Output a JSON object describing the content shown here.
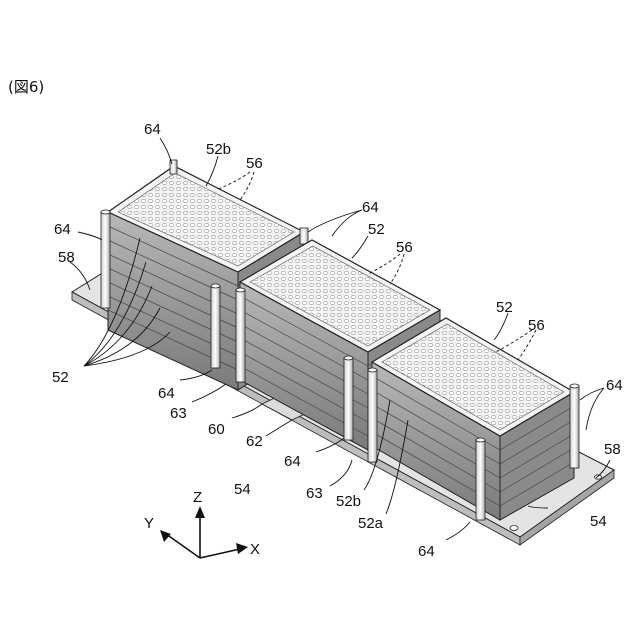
{
  "figure": {
    "title": "(図6)",
    "labels": {
      "l64_a": "64",
      "l52b_a": "52b",
      "l56_a": "56",
      "l64_b": "64",
      "l58_a": "58",
      "l64_c": "64",
      "l52_a": "52",
      "l56_b": "56",
      "l52_b": "52",
      "l56_c": "56",
      "l64_d": "64",
      "l58_b": "58",
      "l52_c": "52",
      "l64_e": "64",
      "l63_a": "63",
      "l60": "60",
      "l62": "62",
      "l64_f": "64",
      "l63_b": "63",
      "l54_a": "54",
      "l52b_b": "52b",
      "l52a": "52a",
      "l54_b": "54",
      "l64_g": "64"
    },
    "axes": {
      "z": "Z",
      "y": "Y",
      "x": "X"
    }
  },
  "colors": {
    "ink": "#222222",
    "plate_top": "#f2f2f2",
    "plate_side": "#9a9a9a",
    "well": "#ffffff",
    "base": "#e6e6e6"
  }
}
